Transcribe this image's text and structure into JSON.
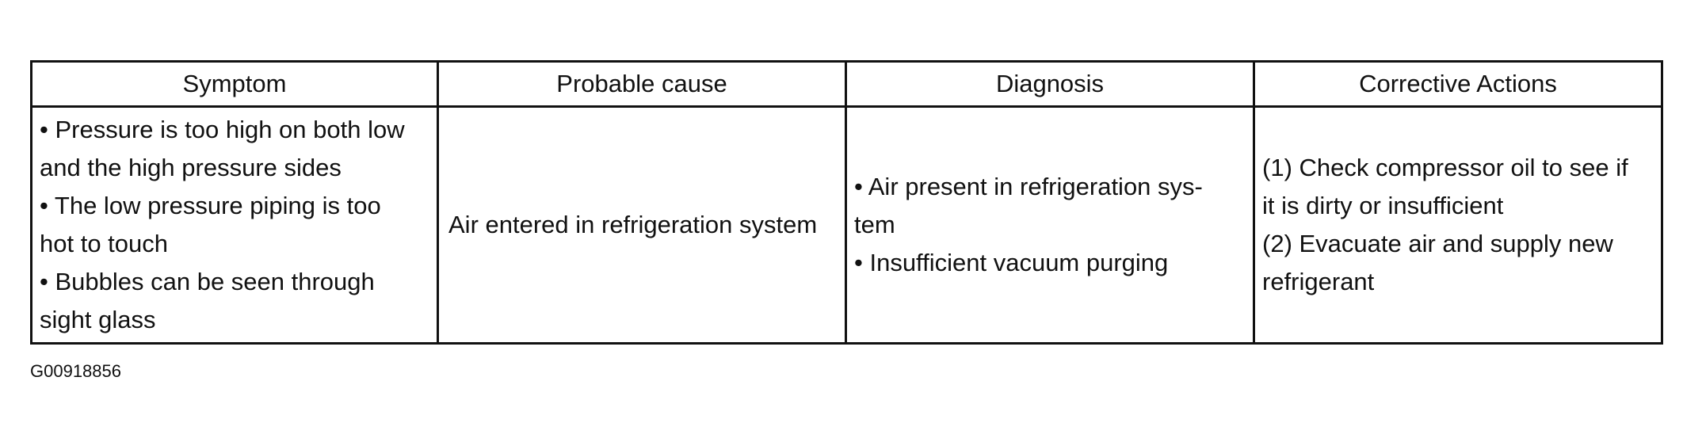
{
  "table": {
    "headers": [
      "Symptom",
      "Probable cause",
      "Diagnosis",
      "Corrective Actions"
    ],
    "row": {
      "symptom": [
        "• Pressure is too high on both low",
        "and the high pressure sides",
        "• The low pressure piping is too",
        "hot to touch",
        "• Bubbles can be seen through",
        "sight glass"
      ],
      "probable_cause": "Air entered in refrigeration system",
      "diagnosis": [
        "• Air present in refrigeration sys-",
        "tem",
        "• Insufficient vacuum purging"
      ],
      "corrective_actions": [
        "(1) Check compressor oil to see if",
        "it is dirty or insufficient",
        "(2) Evacuate air and supply new",
        "refrigerant"
      ]
    }
  },
  "figure_id": "G00918856"
}
